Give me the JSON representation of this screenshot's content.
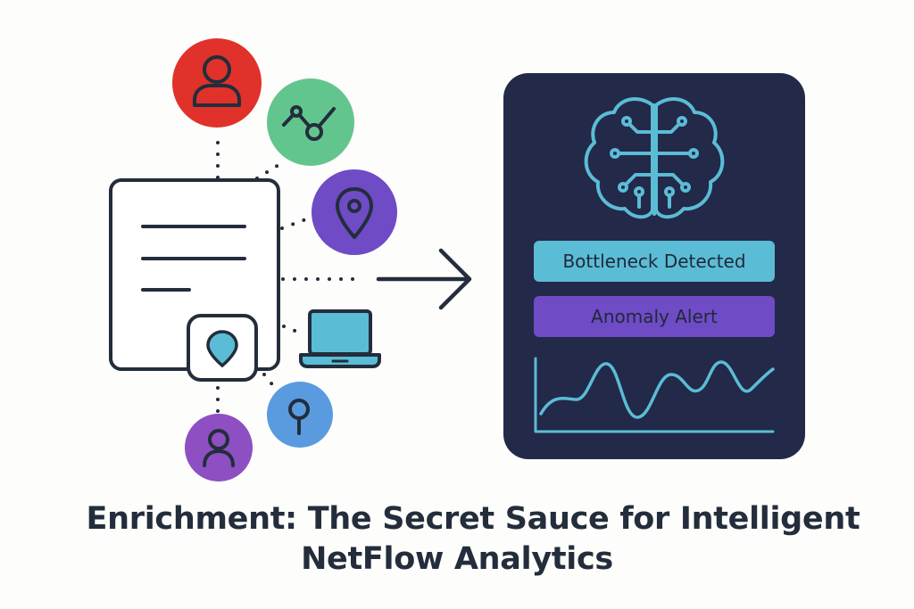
{
  "title": {
    "line1": "Enrichment: The Secret Sauce for Intelligent",
    "line2": "NetFlow Analytics"
  },
  "panel": {
    "badges": [
      {
        "label": "Bottleneck Detected",
        "color": "#5bbcd6"
      },
      {
        "label": "Anomaly Alert",
        "color": "#6f4bc6"
      }
    ]
  },
  "colors": {
    "stroke": "#232d3b",
    "panel_bg": "#232948",
    "accent_cyan": "#5bbcd6",
    "red": "#e0322b",
    "green": "#63c58e",
    "purple": "#6f4bc6",
    "blue": "#5a9be0",
    "violet": "#8d4fc1"
  },
  "icons": [
    "user-icon",
    "chart-line-icon",
    "location-pin-icon",
    "laptop-icon",
    "magnifier-icon",
    "user-icon",
    "document-icon",
    "brain-circuit-icon",
    "arrow-right-icon",
    "waveform-icon"
  ]
}
